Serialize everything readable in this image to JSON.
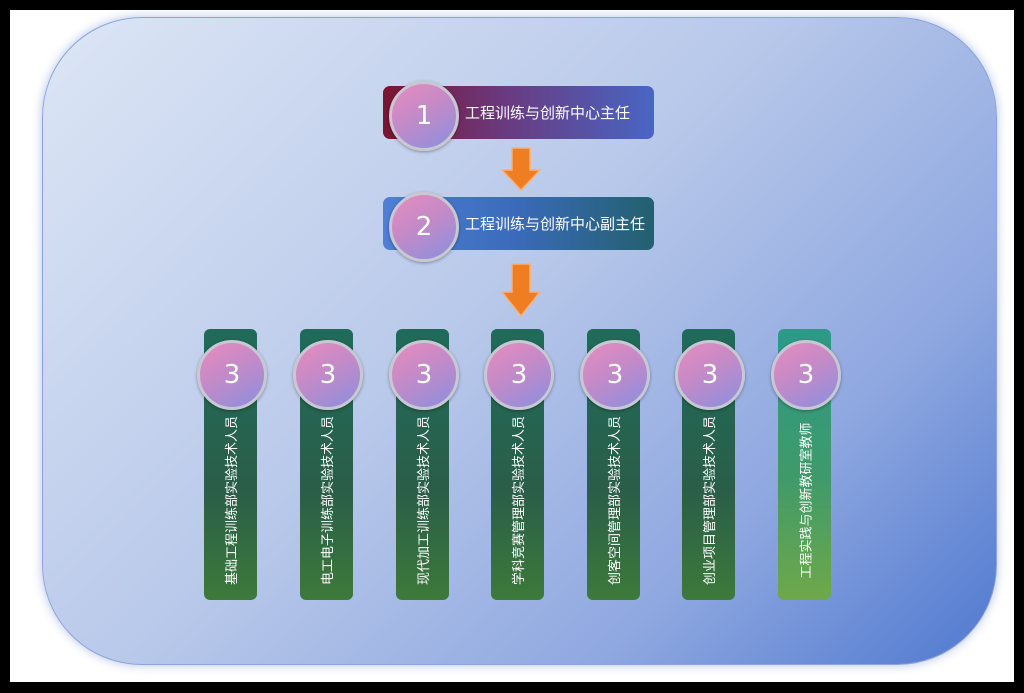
{
  "levels": {
    "top": {
      "number": "1",
      "label": "工程训练与创新中心主任"
    },
    "deputy": {
      "number": "2",
      "label": "工程训练与创新中心副主任"
    },
    "staff": [
      {
        "number": "3",
        "label": "基础工程训练部实验技术人员"
      },
      {
        "number": "3",
        "label": "电工电子训练部实验技术人员"
      },
      {
        "number": "3",
        "label": "现代加工训练部实验技术人员"
      },
      {
        "number": "3",
        "label": "学科竞赛管理部实验技术人员"
      },
      {
        "number": "3",
        "label": "创客空间管理部实验技术人员"
      },
      {
        "number": "3",
        "label": "创业项目管理部实验技术人员"
      },
      {
        "number": "3",
        "label": "工程实践与创新教研室教师"
      }
    ]
  },
  "colors": {
    "arrow": "#ef7d22",
    "panel_edge": "#4f78cf"
  },
  "icons": {
    "connector": "down-arrow-icon"
  }
}
